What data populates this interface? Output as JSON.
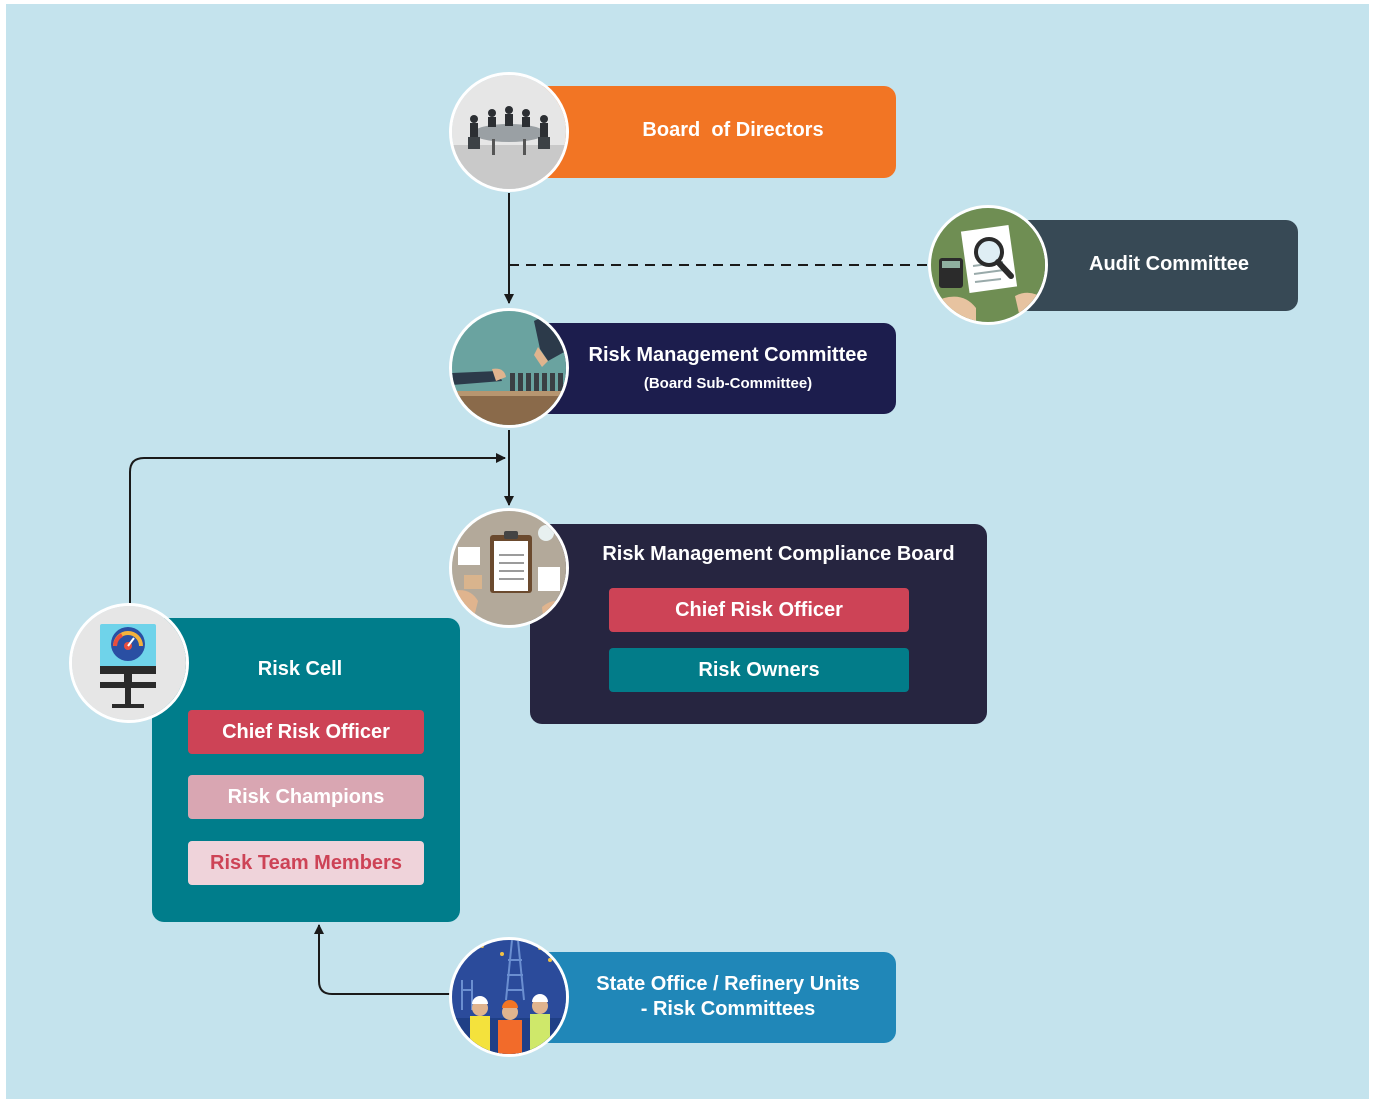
{
  "board": {
    "title": "Board  of Directors"
  },
  "audit": {
    "title": "Audit Committee"
  },
  "rmc": {
    "title": "Risk Management Committee",
    "subtitle": "(Board Sub-Committee)"
  },
  "rmcb": {
    "title": "Risk Management Compliance Board",
    "items": [
      "Chief Risk Officer",
      "Risk Owners"
    ]
  },
  "risk_cell": {
    "title": "Risk Cell",
    "items": [
      "Chief Risk Officer",
      "Risk Champions",
      "Risk Team Members"
    ]
  },
  "state": {
    "line1": "State Office / Refinery Units",
    "line2": "- Risk Committees"
  },
  "icons": {
    "board": "boardroom-meeting-icon",
    "audit": "audit-magnifier-icon",
    "rmc": "domino-hands-icon",
    "rmcb": "compliance-clipboard-icon",
    "risk_cell": "risk-monitor-gauge-icon",
    "state": "refinery-workers-icon"
  },
  "colors": {
    "background": "#c4e3ed",
    "board": "#f27524",
    "audit": "#374955",
    "rmc": "#1c1d4d",
    "rmcb": "#262540",
    "risk_cell": "#007d8b",
    "state": "#2087b8",
    "chief_risk_officer": "#cd4356",
    "risk_owners": "#027c89",
    "risk_champions": "#d9a6b2",
    "risk_team_members": "#efd3da"
  }
}
